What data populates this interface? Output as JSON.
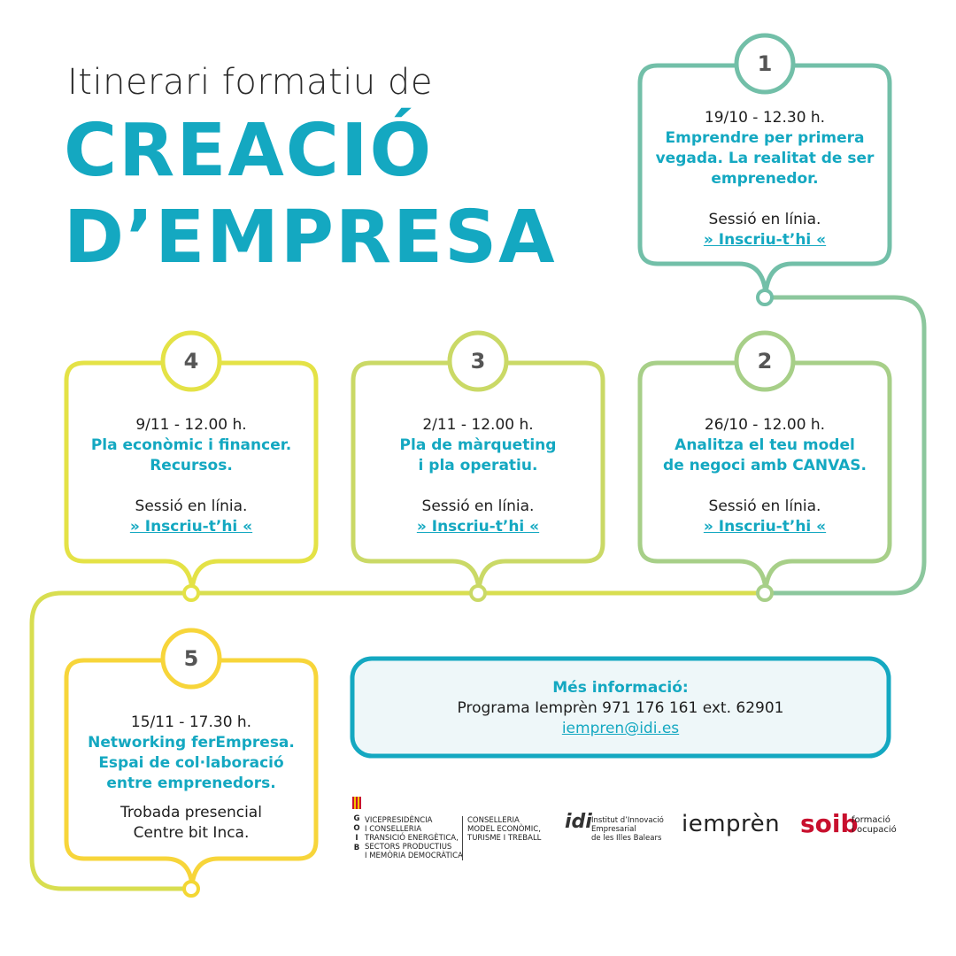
{
  "header": {
    "subtitle": "Itinerari formatiu de",
    "title_line1": "CREACIÓ",
    "title_line2": "D’EMPRESA"
  },
  "sessions": [
    {
      "number": "1",
      "when": "19/10 - 12.30 h.",
      "topic": "Emprendre per primera\nvegada. La realitat de ser\nemprenedor.",
      "mode": "Sessió en línia.",
      "link": "» Inscriu-t’hi «"
    },
    {
      "number": "2",
      "when": "26/10 - 12.00 h.",
      "topic": "Analitza el teu model\nde negoci amb CANVAS.",
      "mode": "Sessió en línia.",
      "link": "» Inscriu-t’hi «"
    },
    {
      "number": "3",
      "when": "2/11 - 12.00 h.",
      "topic": "Pla de màrqueting\ni pla operatiu.",
      "mode": "Sessió en línia.",
      "link": "» Inscriu-t’hi «"
    },
    {
      "number": "4",
      "when": "9/11 - 12.00 h.",
      "topic": "Pla econòmic i financer.\nRecursos.",
      "mode": "Sessió en línia.",
      "link": "» Inscriu-t’hi «"
    },
    {
      "number": "5",
      "when": "15/11 - 17.30 h.",
      "topic": "Networking ferEmpresa.\nEspai de col·laboració\nentre emprenedors.",
      "mode": "Trobada presencial\nCentre bit Inca.",
      "link": ""
    }
  ],
  "info": {
    "heading": "Més informació:",
    "line": "Programa Iemprèn 971 176 161 ext. 62901",
    "email": "iempren@idi.es"
  },
  "logos": {
    "govern_letters": "G\nO\nI\nB",
    "govern_text": "VICEPRESIDÈNCIA\nI CONSELLERIA\nTRANSICIÓ ENERGÈTICA,\nSECTORS PRODUCTIUS\nI MEMÒRIA DEMOCRÀTICA",
    "conselleria_text": "CONSELLERIA\nMODEL ECONÒMIC,\nTURISME I TREBALL",
    "idi_mark": "idi",
    "idi_text": "Institut d’Innovació\nEmpresarial\nde les Illes Balears",
    "iempren": "iemprèn",
    "soib": "soib",
    "soib_sub": "formació\ni ocupació"
  },
  "colors": {
    "accent": "#14a8c1",
    "session1": "#72bfa8",
    "session2": "#a7cf88",
    "session3": "#cad966",
    "session4": "#e4e246",
    "session5": "#f7d53a",
    "info_border": "#14a8c1",
    "info_fill": "#eef7f9"
  }
}
